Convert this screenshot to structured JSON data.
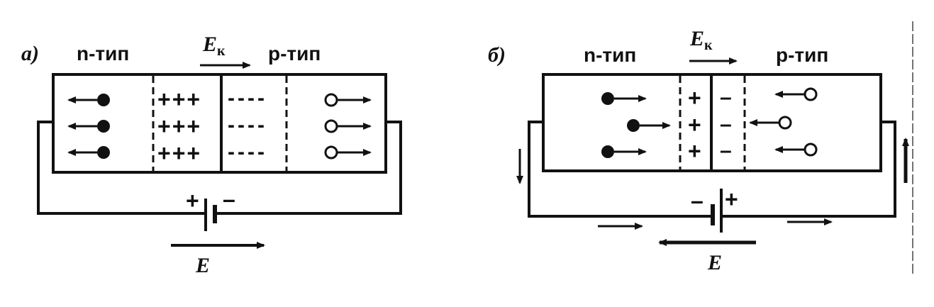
{
  "panel_a": {
    "tag": "а)",
    "n_type": "n-тип",
    "p_type": "p-тип",
    "ek_main": "E",
    "ek_sub": "к",
    "plus_region": [
      "+++",
      "+++",
      "+++"
    ],
    "minus_region": [
      "----",
      "----",
      "----"
    ],
    "battery_plus": "+",
    "battery_minus": "–",
    "e_label": "E"
  },
  "panel_b": {
    "tag": "б)",
    "n_type": "n-тип",
    "p_type": "p-тип",
    "ek_main": "E",
    "ek_sub": "к",
    "plus_region": [
      "+",
      "+",
      "+"
    ],
    "minus_region": [
      "–",
      "–",
      "–"
    ],
    "battery_minus": "–",
    "battery_plus": "+",
    "e_label": "E"
  },
  "colors": {
    "ink": "#111111",
    "paper": "#ffffff"
  }
}
